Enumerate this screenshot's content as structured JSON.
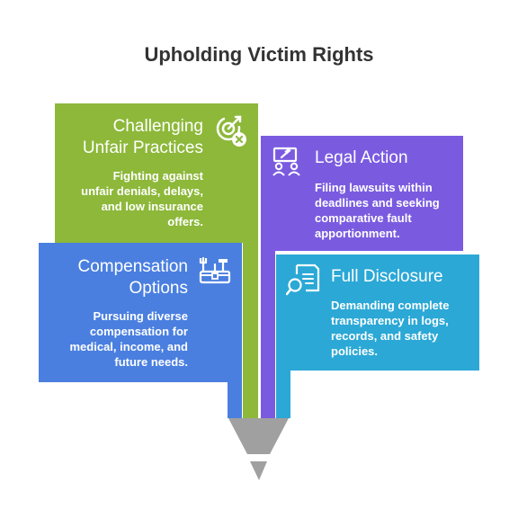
{
  "title": "Upholding Victim Rights",
  "colors": {
    "green": "#8DB83A",
    "purple": "#7A5BE0",
    "blue": "#4A7FE0",
    "cyan": "#2BA8D6",
    "funnel": "#A0A0A0"
  },
  "cards": {
    "challenging": {
      "heading_line1": "Challenging",
      "heading_line2": "Unfair Practices",
      "desc_line1": "Fighting against",
      "desc_line2": "unfair denials, delays,",
      "desc_line3": "and low insurance",
      "desc_line4": "offers.",
      "icon": "target-x-icon"
    },
    "legal": {
      "heading": "Legal Action",
      "desc_line1": "Filing lawsuits within",
      "desc_line2": "deadlines and seeking",
      "desc_line3": "comparative fault",
      "desc_line4": "apportionment.",
      "icon": "courtroom-icon"
    },
    "compensation": {
      "heading_line1": "Compensation",
      "heading_line2": "Options",
      "desc_line1": "Pursuing diverse",
      "desc_line2": "compensation for",
      "desc_line3": "medical, income, and",
      "desc_line4": "future needs.",
      "icon": "toolbox-icon"
    },
    "disclosure": {
      "heading": "Full Disclosure",
      "desc_line1": "Demanding complete",
      "desc_line2": "transparency in logs,",
      "desc_line3": "records, and safety",
      "desc_line4": "policies.",
      "icon": "document-search-icon"
    }
  }
}
